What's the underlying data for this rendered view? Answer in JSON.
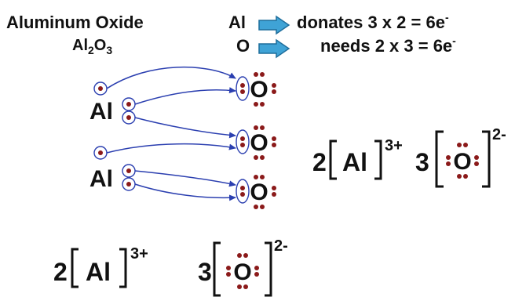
{
  "header": {
    "title": "Aluminum Oxide",
    "formula": {
      "base1": "Al",
      "sub1": "2",
      "base2": "O",
      "sub2": "3"
    }
  },
  "rules": [
    {
      "symbol": "Al",
      "text": "donates 3 x 2 = 6e",
      "charge": "-"
    },
    {
      "symbol": "O",
      "text": "needs 2 x 3 = 6e",
      "charge": "-"
    }
  ],
  "left_atoms": [
    {
      "symbol": "Al",
      "valence_electrons": 3
    },
    {
      "symbol": "Al",
      "valence_electrons": 3
    }
  ],
  "right_atoms": [
    {
      "symbol": "O",
      "valence_electrons": 8
    },
    {
      "symbol": "O",
      "valence_electrons": 8
    },
    {
      "symbol": "O",
      "valence_electrons": 8
    }
  ],
  "transfer_arrow_count": 6,
  "result_inline": {
    "al_coeff": "2",
    "al_symbol": "Al",
    "al_charge": "3+",
    "o_coeff": "3",
    "o_symbol": "O",
    "o_charge": "2-"
  },
  "result_bottom": {
    "al_coeff": "2",
    "al_symbol": "Al",
    "al_charge": "3+",
    "o_coeff": "3",
    "o_symbol": "O",
    "o_charge": "2-"
  },
  "colors": {
    "text": "#111111",
    "dot": "#8b1a1a",
    "arrow_fill": "#3fa3d6",
    "arrow_stroke": "#1f6e9c",
    "curve": "#2b3fb0"
  }
}
